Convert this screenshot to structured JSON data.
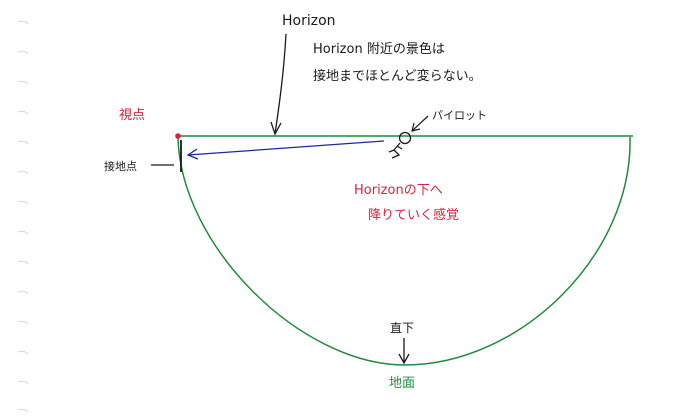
{
  "labels": {
    "horizon": "Horizon",
    "note_line1": "Horizon 附近の景色は",
    "note_line2": "接地までほとんど変らない。",
    "viewpoint": "視点",
    "touchdown": "接地点",
    "pilot": "パイロット",
    "sensation_line1": "Horizonの下へ",
    "sensation_line2": "降りていく感覚",
    "directly_below": "直下",
    "ground": "地面"
  },
  "colors": {
    "ink": "#1a1a1a",
    "red": "#e0203a",
    "green": "#1f8a3e",
    "blue": "#1a2a9a",
    "ring": "#d9d9d9"
  }
}
